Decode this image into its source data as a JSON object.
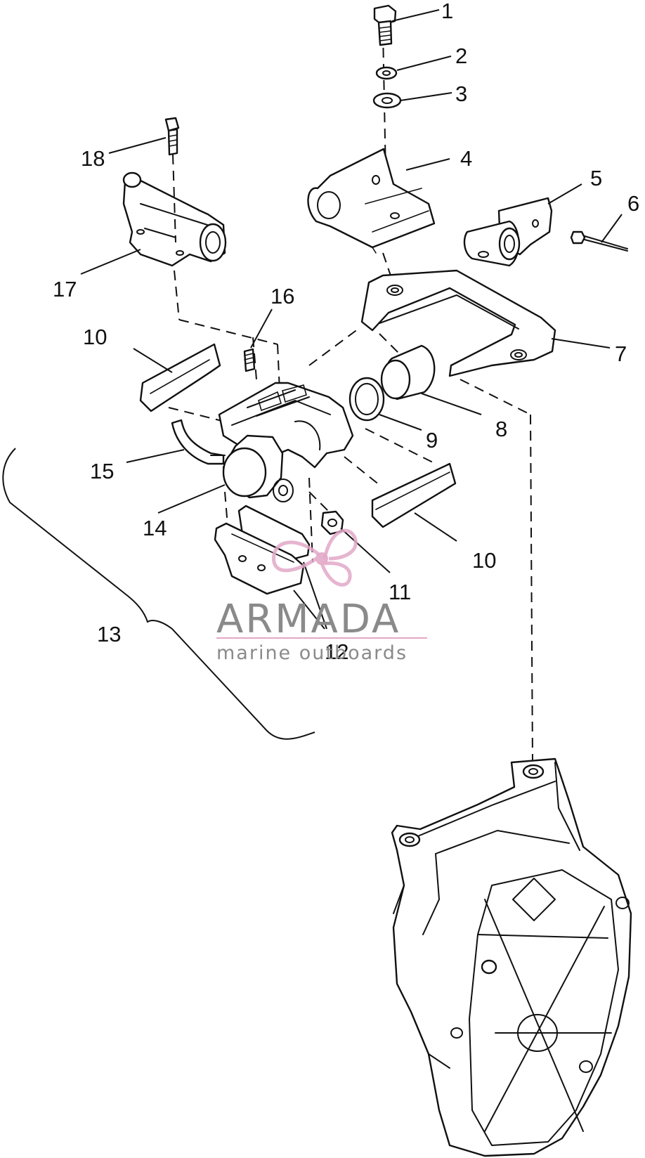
{
  "diagram": {
    "callouts": [
      {
        "id": "1",
        "label": "1"
      },
      {
        "id": "2",
        "label": "2"
      },
      {
        "id": "3",
        "label": "3"
      },
      {
        "id": "4",
        "label": "4"
      },
      {
        "id": "5",
        "label": "5"
      },
      {
        "id": "6",
        "label": "6"
      },
      {
        "id": "7",
        "label": "7"
      },
      {
        "id": "8",
        "label": "8"
      },
      {
        "id": "9",
        "label": "9"
      },
      {
        "id": "10a",
        "label": "10"
      },
      {
        "id": "10b",
        "label": "10"
      },
      {
        "id": "11",
        "label": "11"
      },
      {
        "id": "12",
        "label": "12"
      },
      {
        "id": "13",
        "label": "13"
      },
      {
        "id": "14",
        "label": "14"
      },
      {
        "id": "15",
        "label": "15"
      },
      {
        "id": "16",
        "label": "16"
      },
      {
        "id": "17",
        "label": "17"
      },
      {
        "id": "18",
        "label": "18"
      }
    ]
  },
  "watermark": {
    "brand": "ARMADA",
    "tagline": "marine outboards",
    "logo_color": "#e2a8c8",
    "text_color": "#8a8a8a"
  }
}
